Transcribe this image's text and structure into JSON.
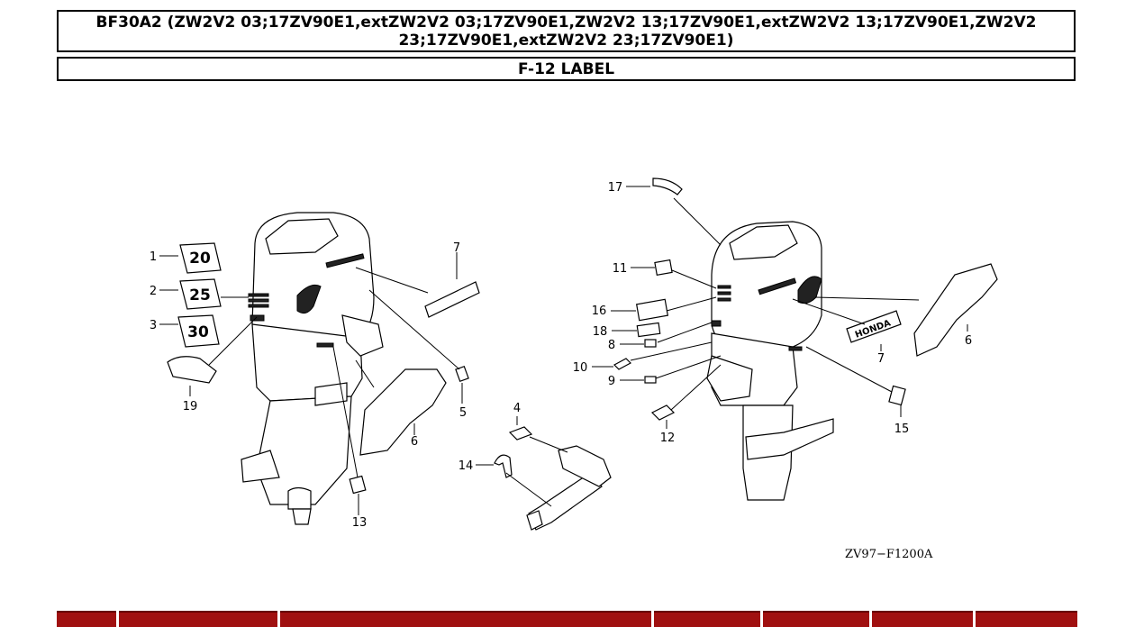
{
  "header": {
    "title": "BF30A2 (ZW2V2 03;17ZV90E1,extZW2V2 03;17ZV90E1,ZW2V2 13;17ZV90E1,extZW2V2 13;17ZV90E1,ZW2V2 23;17ZV90E1,extZW2V2 23;17ZV90E1)",
    "subtitle": "F-12 LABEL"
  },
  "diagram": {
    "callouts": [
      "1",
      "2",
      "3",
      "4",
      "5",
      "6",
      "7",
      "8",
      "9",
      "10",
      "11",
      "12",
      "13",
      "14",
      "15",
      "16",
      "17",
      "18",
      "19"
    ],
    "reference_code": "ZV97−F1200A",
    "decal_labels": {
      "n20": "20",
      "n25": "25",
      "n30": "30",
      "honda": "HONDA"
    }
  },
  "table_header": {
    "cells": [
      "",
      "",
      "",
      "",
      "",
      "",
      ""
    ],
    "color": "#a01010"
  }
}
